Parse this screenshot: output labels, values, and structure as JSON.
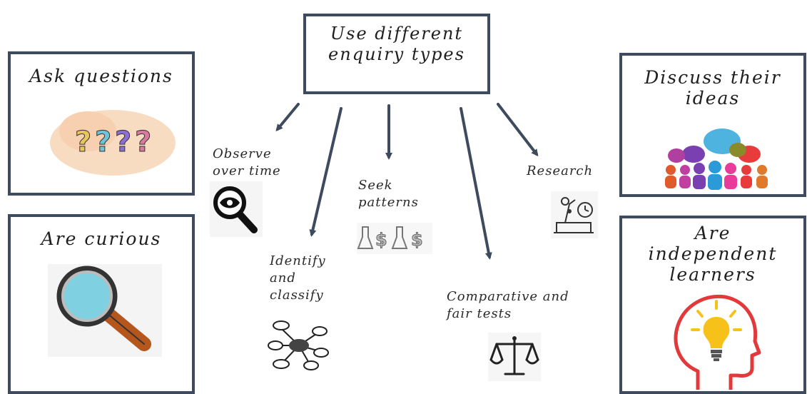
{
  "center": {
    "title": "Use different enquiry types"
  },
  "left_boxes": [
    {
      "title": "Ask questions"
    },
    {
      "title": "Are curious"
    }
  ],
  "right_boxes": [
    {
      "title": "Discuss their ideas"
    },
    {
      "title": "Are independent learners"
    }
  ],
  "enquiry_types": [
    {
      "label": "Observe over time"
    },
    {
      "label": "Identify and classify"
    },
    {
      "label": "Seek patterns"
    },
    {
      "label": "Comparative and fair tests"
    },
    {
      "label": "Research"
    }
  ],
  "colors": {
    "box_border": "#3e4a5e",
    "arrow": "#3e4a5e",
    "bulb_head": "#e23a3a",
    "bulb": "#f6c21a",
    "magnifier_lens": "#7fd0e0",
    "magnifier_handle": "#b5561d"
  }
}
